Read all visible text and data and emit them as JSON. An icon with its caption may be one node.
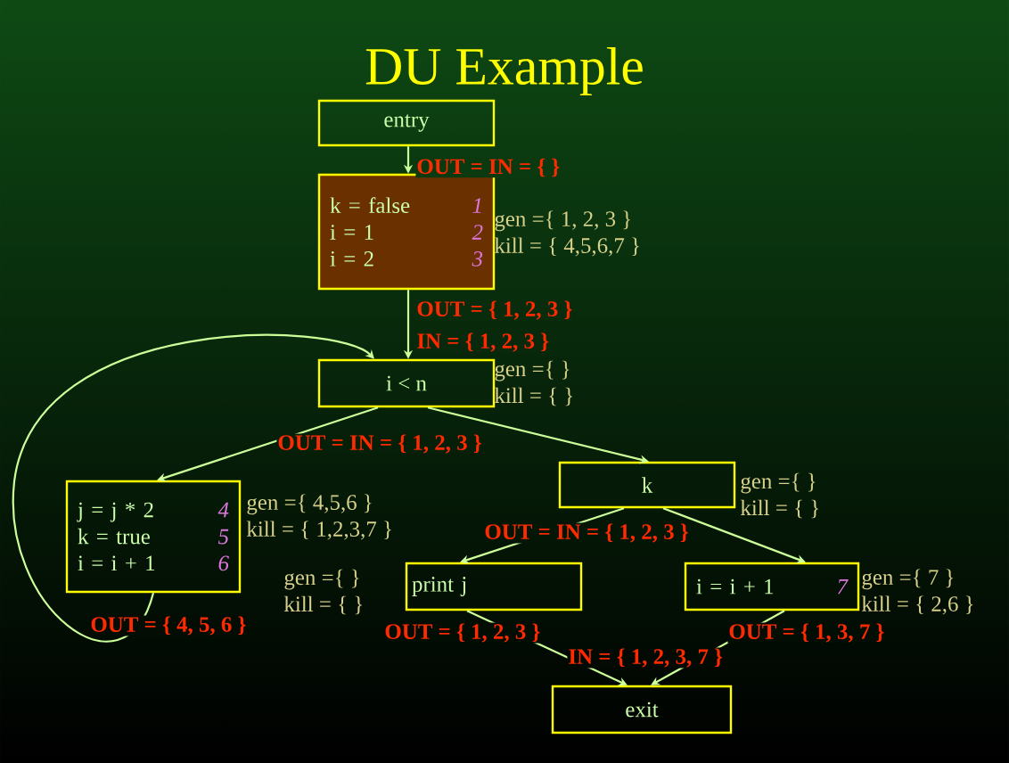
{
  "diagram": {
    "title": "DU Example",
    "nodes": [
      {
        "text": [
          "entry"
        ]
      },
      {
        "text": [
          "k = false",
          "1",
          "i = 1",
          "2",
          "i = 2",
          "3"
        ],
        "beside": [
          "gen ={ 1, 2, 3 }",
          "kill = { 4,5,6,7 }"
        ]
      },
      {
        "text": [
          "i < n"
        ],
        "beside": [
          "gen ={    }",
          "kill = {    }"
        ]
      },
      {
        "text": [
          "j = j * 2",
          "4",
          "k = true",
          "5",
          "i = i + 1",
          "6"
        ],
        "beside": [
          "gen ={ 4,5,6 }",
          "kill = { 1,2,3,7 }"
        ]
      },
      {
        "text": [
          "k"
        ],
        "beside": [
          "gen ={    }",
          "kill = {    }"
        ]
      },
      {
        "text": [
          "print j"
        ],
        "beside": [
          "gen ={    }",
          "kill = {    }"
        ]
      },
      {
        "text": [
          "i = i + 1",
          "7"
        ],
        "beside": [
          "gen ={ 7 }",
          "kill = { 2,6 }"
        ]
      },
      {
        "text": [
          "exit"
        ]
      }
    ],
    "edges": [
      {
        "from": 0,
        "to": 1,
        "arrow": "to"
      },
      {
        "from": 1,
        "to": 2,
        "arrow": "to"
      },
      {
        "from": 2,
        "to": 3,
        "arrow": "to"
      },
      {
        "from": 2,
        "to": 4,
        "arrow": "to"
      },
      {
        "from": 3,
        "to": 2,
        "arrow": "to"
      },
      {
        "from": 4,
        "to": 5,
        "arrow": "to"
      },
      {
        "from": 4,
        "to": 6,
        "arrow": "to"
      },
      {
        "from": 5,
        "to": 7,
        "arrow": "to"
      },
      {
        "from": 6,
        "to": 7,
        "arrow": "to"
      }
    ],
    "labels": [
      "OUT = IN = {  }",
      "OUT = { 1, 2, 3 }",
      "IN = { 1, 2, 3 }",
      "OUT = IN = { 1, 2, 3 }",
      "OUT = { 4, 5, 6 }",
      "OUT = IN = { 1, 2, 3 }",
      "OUT = { 1, 2, 3 }",
      "OUT = { 1, 3, 7 }",
      "IN = { 1, 2, 3, 7 }"
    ]
  }
}
